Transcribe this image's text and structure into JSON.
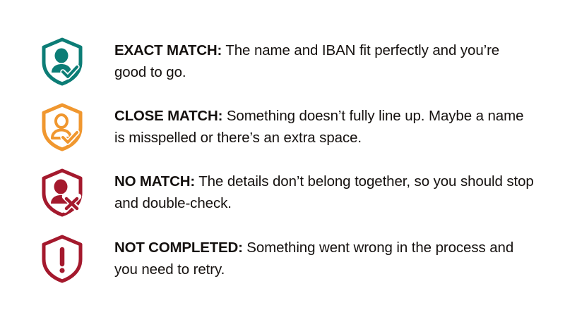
{
  "background_color": "#ffffff",
  "text_color": "#15110f",
  "legend": {
    "rows": [
      {
        "icon": "shield-person-check-icon",
        "icon_color": "#0C7D76",
        "term": "EXACT MATCH:",
        "description": " The name and IBAN fit perfectly and you’re good to go."
      },
      {
        "icon": "shield-person-outline-check-icon",
        "icon_color": "#F0972F",
        "term": "CLOSE MATCH:",
        "description": " Something doesn’t fully line up. Maybe a name is misspelled or there’s an extra space."
      },
      {
        "icon": "shield-person-cross-icon",
        "icon_color": "#A4192D",
        "term": "NO MATCH:",
        "description": " The details don’t belong together, so you should stop and double-check."
      },
      {
        "icon": "shield-exclamation-icon",
        "icon_color": "#A4192D",
        "term": "NOT COMPLETED:",
        "description": " Something went wrong in the process and you need to retry."
      }
    ]
  }
}
